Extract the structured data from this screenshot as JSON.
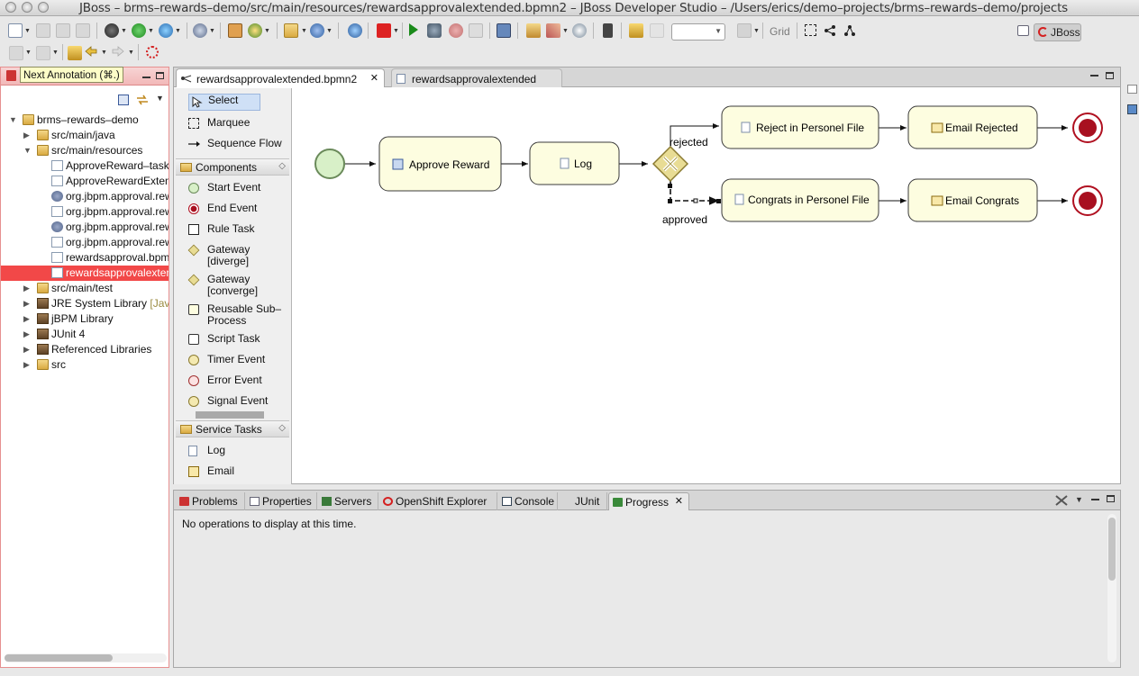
{
  "window": {
    "title": "JBoss – brms–rewards–demo/src/main/resources/rewardsapprovalextended.bpmn2 – JBoss Developer Studio – /Users/erics/demo–projects/brms–rewards–demo/projects"
  },
  "toolbar": {
    "grid_label": "Grid",
    "zoom_value": "",
    "perspective_label": "JBoss"
  },
  "tooltip": {
    "text": "Next Annotation (⌘.)"
  },
  "explorer": {
    "tree": [
      {
        "label": "brms–rewards–demo",
        "suffix": "",
        "icon": "project-icon",
        "indent": 0,
        "twisty": "▼"
      },
      {
        "label": "src/main/java",
        "suffix": "",
        "icon": "folder-icon",
        "indent": 1,
        "twisty": "▶"
      },
      {
        "label": "src/main/resources",
        "suffix": "",
        "icon": "folder-icon",
        "indent": 1,
        "twisty": "▼"
      },
      {
        "label": "ApproveReward–taskf",
        "suffix": "",
        "icon": "file-icon",
        "indent": 2,
        "twisty": ""
      },
      {
        "label": "ApproveRewardExtend",
        "suffix": "",
        "icon": "file-icon",
        "indent": 2,
        "twisty": ""
      },
      {
        "label": "org.jbpm.approval.rew",
        "suffix": "",
        "icon": "gear-file-icon",
        "indent": 2,
        "twisty": ""
      },
      {
        "label": "org.jbpm.approval.rew",
        "suffix": "",
        "icon": "file-icon",
        "indent": 2,
        "twisty": ""
      },
      {
        "label": "org.jbpm.approval.rew",
        "suffix": "",
        "icon": "gear-file-icon",
        "indent": 2,
        "twisty": ""
      },
      {
        "label": "org.jbpm.approval.rew",
        "suffix": "",
        "icon": "file-icon",
        "indent": 2,
        "twisty": ""
      },
      {
        "label": "rewardsapproval.bpm",
        "suffix": "",
        "icon": "bpmn-file-icon",
        "indent": 2,
        "twisty": ""
      },
      {
        "label": "rewardsapprovalexten",
        "suffix": "",
        "icon": "bpmn-file-icon",
        "indent": 2,
        "twisty": "",
        "selected": true
      },
      {
        "label": "src/main/test",
        "suffix": "",
        "icon": "folder-icon",
        "indent": 1,
        "twisty": "▶"
      },
      {
        "label": "JRE System Library ",
        "suffix": "[Java S",
        "icon": "library-icon",
        "indent": 1,
        "twisty": "▶"
      },
      {
        "label": "jBPM Library",
        "suffix": "",
        "icon": "library-icon",
        "indent": 1,
        "twisty": "▶"
      },
      {
        "label": "JUnit 4",
        "suffix": "",
        "icon": "library-icon",
        "indent": 1,
        "twisty": "▶"
      },
      {
        "label": "Referenced Libraries",
        "suffix": "",
        "icon": "library-icon",
        "indent": 1,
        "twisty": "▶"
      },
      {
        "label": "src",
        "suffix": "",
        "icon": "folder-icon",
        "indent": 1,
        "twisty": "▶"
      }
    ]
  },
  "editor": {
    "tabs": [
      {
        "label": "rewardsapprovalextended.bpmn2",
        "active": true,
        "closable": true
      },
      {
        "label": "rewardsapprovalextended",
        "active": false,
        "closable": false
      }
    ],
    "palette": {
      "tools": [
        "Select",
        "Marquee",
        "Sequence Flow"
      ],
      "components_header": "Components",
      "components": [
        {
          "label": "Start Event",
          "icon": "start-event-icon"
        },
        {
          "label": "End Event",
          "icon": "end-event-icon"
        },
        {
          "label": "Rule Task",
          "icon": "rule-task-icon"
        },
        {
          "label": "Gateway\n[diverge]",
          "icon": "gateway-diverge-icon"
        },
        {
          "label": "Gateway\n[converge]",
          "icon": "gateway-converge-icon"
        },
        {
          "label": "Reusable Sub–\nProcess",
          "icon": "subprocess-icon"
        },
        {
          "label": "Script Task",
          "icon": "script-task-icon"
        },
        {
          "label": "Timer Event",
          "icon": "timer-event-icon"
        },
        {
          "label": "Error Event",
          "icon": "error-event-icon"
        },
        {
          "label": "Signal Event",
          "icon": "signal-event-icon"
        }
      ],
      "service_header": "Service Tasks",
      "service_tasks": [
        {
          "label": "Log",
          "icon": "log-task-icon"
        },
        {
          "label": "Email",
          "icon": "email-task-icon"
        }
      ]
    },
    "diagram": {
      "tasks": {
        "approve": "Approve Reward",
        "log": "Log",
        "reject_file": "Reject in Personel File",
        "email_rejected": "Email Rejected",
        "congrats_file": "Congrats in Personel File",
        "email_congrats": "Email Congrats"
      },
      "labels": {
        "rejected": "rejected",
        "approved": "approved"
      }
    }
  },
  "bottom_panel": {
    "tabs": [
      {
        "label": "Problems",
        "icon": "problems-icon"
      },
      {
        "label": "Properties",
        "icon": "properties-icon"
      },
      {
        "label": "Servers",
        "icon": "servers-icon"
      },
      {
        "label": "OpenShift Explorer",
        "icon": "openshift-icon"
      },
      {
        "label": "Console",
        "icon": "console-icon"
      },
      {
        "label": "JUnit",
        "icon": "junit-icon"
      },
      {
        "label": "Progress",
        "icon": "progress-icon",
        "active": true
      }
    ],
    "message": "No operations to display at this time."
  },
  "colors": {
    "task_fill": "#fdfde0",
    "task_stroke": "#3a3a3a",
    "start_fill": "#d8f0c8",
    "end_fill": "#b01020",
    "gateway_fill": "#e8dc94",
    "selection_red": "#f24848"
  }
}
